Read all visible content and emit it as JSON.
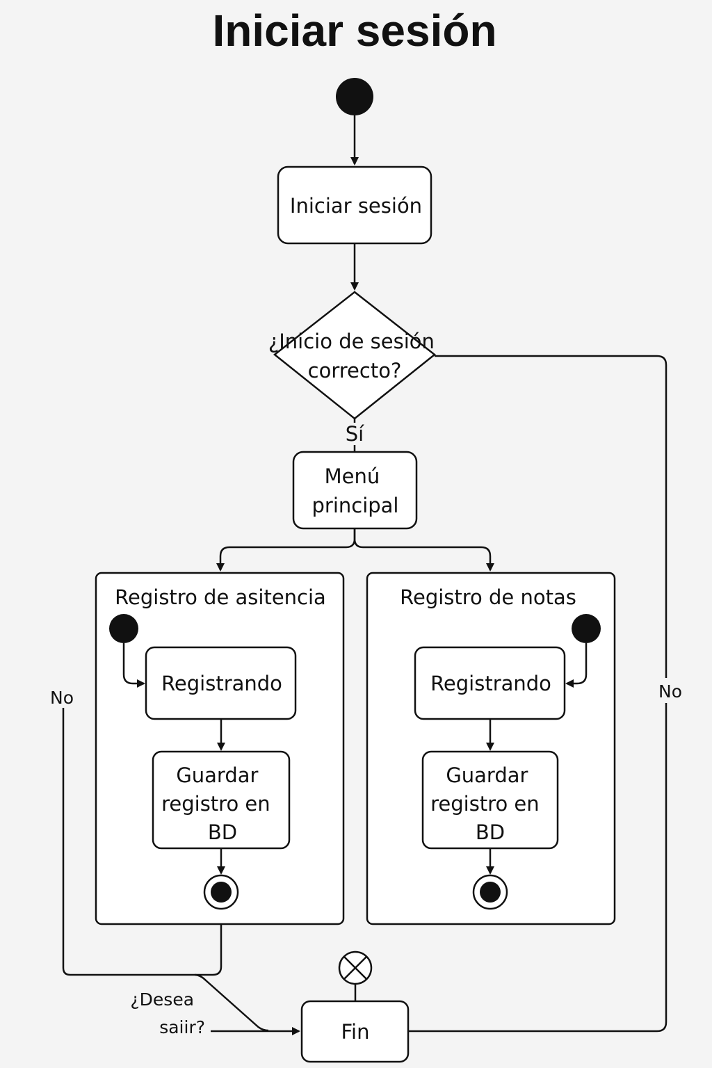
{
  "title": "Iniciar sesión",
  "nodes": {
    "iniciar_sesion": "Iniciar sesión",
    "decision": [
      "¿Inicio de sesión",
      "correcto?"
    ],
    "menu": [
      "Menú",
      "principal"
    ],
    "fin": "Fin"
  },
  "regions": {
    "asistencia": {
      "title": "Registro de asitencia",
      "registrando": "Registrando",
      "guardar": [
        "Guardar",
        "registro en",
        "BD"
      ]
    },
    "notas": {
      "title": "Registro de notas",
      "registrando": "Registrando",
      "guardar": [
        "Guardar",
        "registro en",
        "BD"
      ]
    }
  },
  "edge_labels": {
    "si": "Sí",
    "no_left": "No",
    "no_right": "No",
    "desea_salir": [
      "¿Desea",
      "saiir?"
    ]
  }
}
